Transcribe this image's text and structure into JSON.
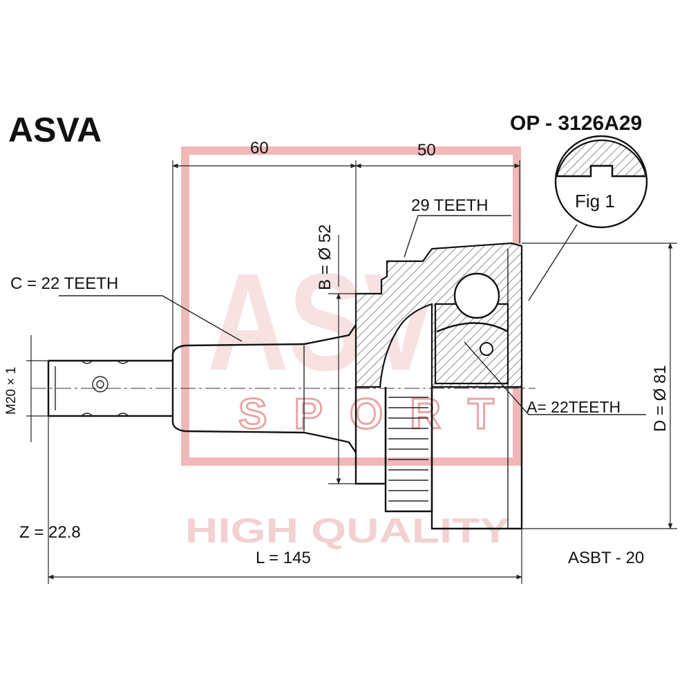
{
  "header": {
    "brand": "ASVA",
    "part_number": "OP - 3126A29"
  },
  "watermark": {
    "logo_text": "ASVA",
    "sub_text": "SPORT",
    "tagline": "HIGH QUALITY",
    "color": "#e8a6a6"
  },
  "dimensions": {
    "length_outer": "60",
    "length_inner": "50",
    "outer_spline": "29 TEETH",
    "shaft_diameter": "B = Ø 52",
    "shaft_spline": "C = 22  TEETH",
    "thread": "M20 × 1",
    "inner_spline": "A= 22TEETH",
    "outer_diameter": "D = Ø 81",
    "z_value": "Z = 22.8",
    "total_length": "L = 145",
    "boot_ref": "ASBT - 20"
  },
  "detail": {
    "fig_label": "Fig 1"
  }
}
